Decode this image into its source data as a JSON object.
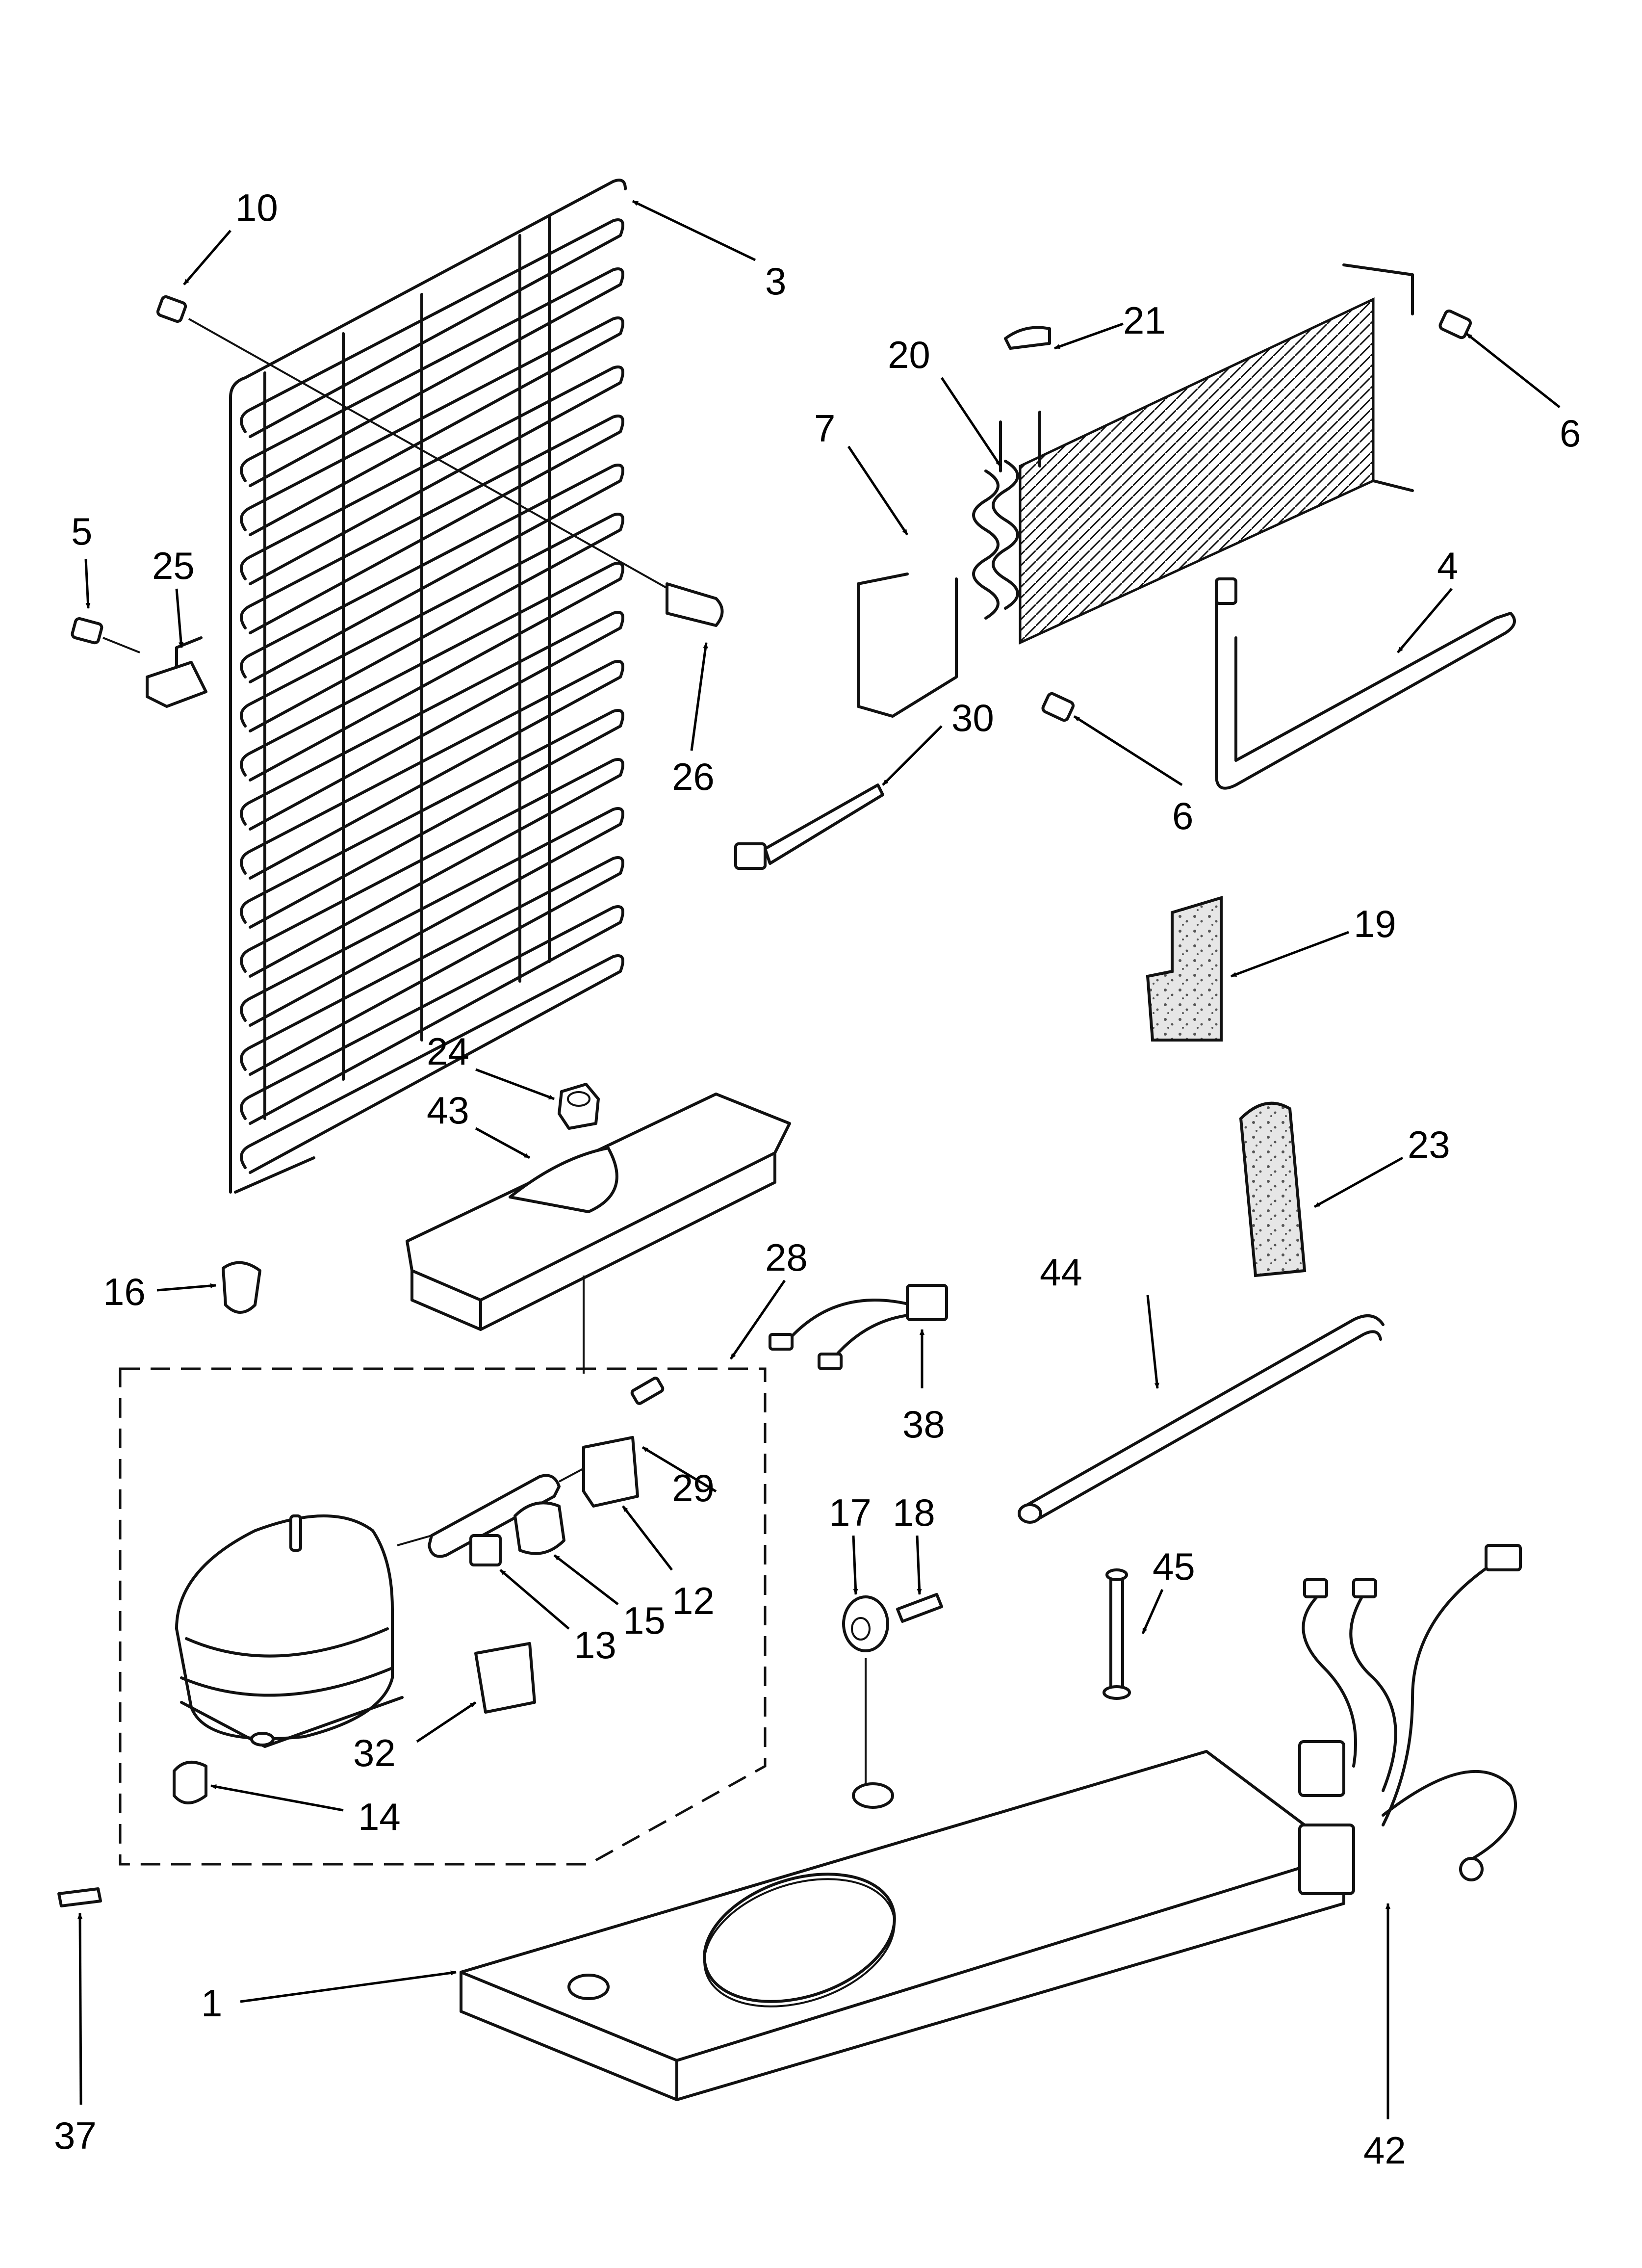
{
  "callouts": {
    "c1": "1",
    "c3": "3",
    "c4": "4",
    "c5": "5",
    "c6a": "6",
    "c6b": "6",
    "c7": "7",
    "c10": "10",
    "c12": "12",
    "c13": "13",
    "c14": "14",
    "c15": "15",
    "c16": "16",
    "c17": "17",
    "c18": "18",
    "c19": "19",
    "c20": "20",
    "c21": "21",
    "c23": "23",
    "c24": "24",
    "c25": "25",
    "c26": "26",
    "c28": "28",
    "c29": "29",
    "c30": "30",
    "c32": "32",
    "c37": "37",
    "c38": "38",
    "c42": "42",
    "c43": "43",
    "c44": "44",
    "c45": "45"
  }
}
